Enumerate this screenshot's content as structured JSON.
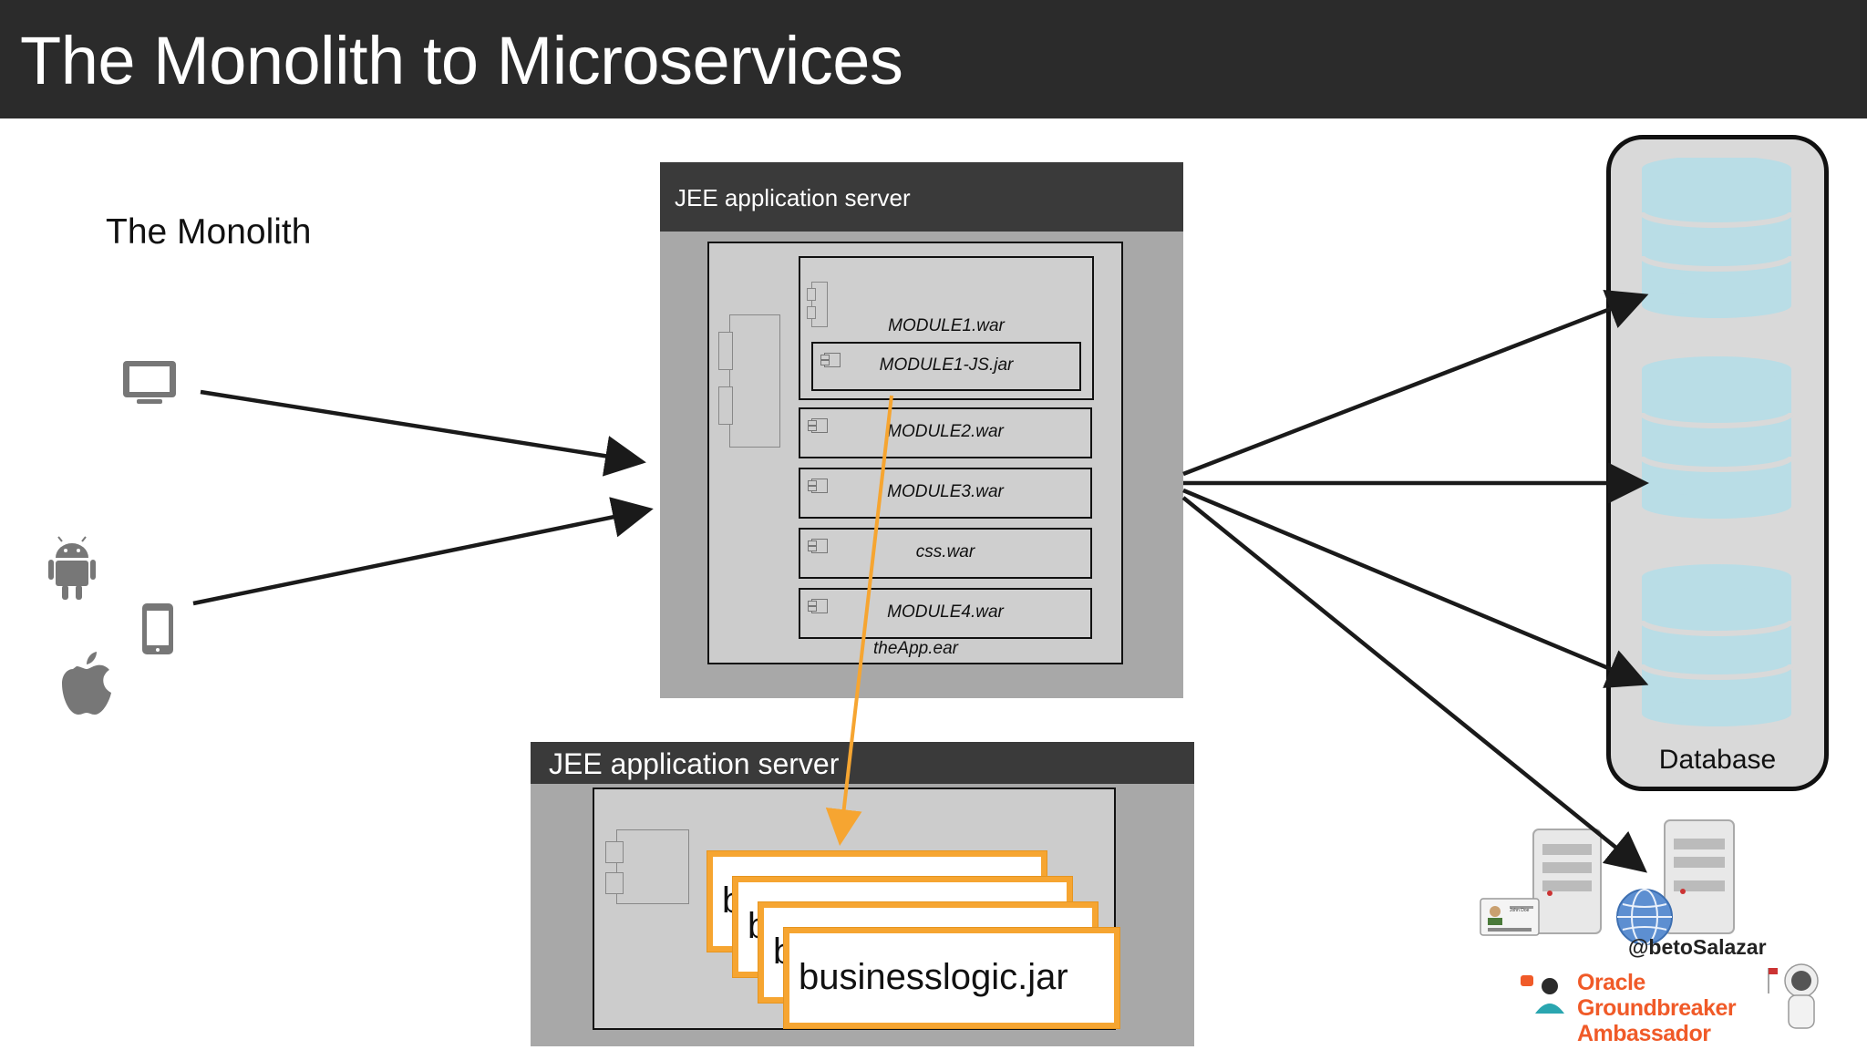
{
  "slide": {
    "title": "The Monolith to Microservices",
    "subtitle": "The Monolith"
  },
  "top_server": {
    "header": "JEE application server",
    "ear_label": "theApp.ear",
    "modules": [
      {
        "label": "MODULE1.war",
        "nested": "MODULE1-JS.jar"
      },
      {
        "label": "MODULE2.war"
      },
      {
        "label": "MODULE3.war"
      },
      {
        "label": "css.war"
      },
      {
        "label": "MODULE4.war"
      }
    ]
  },
  "bottom_server": {
    "header": "JEE application server",
    "jar_stub": "b",
    "jar_label": "businesslogic.jar"
  },
  "database": {
    "label": "Database"
  },
  "clients": [
    "desktop-icon",
    "android-icon",
    "mobile-phone-icon",
    "apple-icon"
  ],
  "footer": {
    "handle": "@betoSalazar",
    "badge_lines": [
      "Oracle",
      "Groundbreaker",
      "Ambassador"
    ],
    "id_card_name": "John Doe"
  },
  "colors": {
    "title_bar": "#2b2b2b",
    "server_gray": "#a8a8a8",
    "accent_orange": "#f6a531",
    "db_cyan": "#b9dde6",
    "oracle_orange": "#f05a28"
  }
}
